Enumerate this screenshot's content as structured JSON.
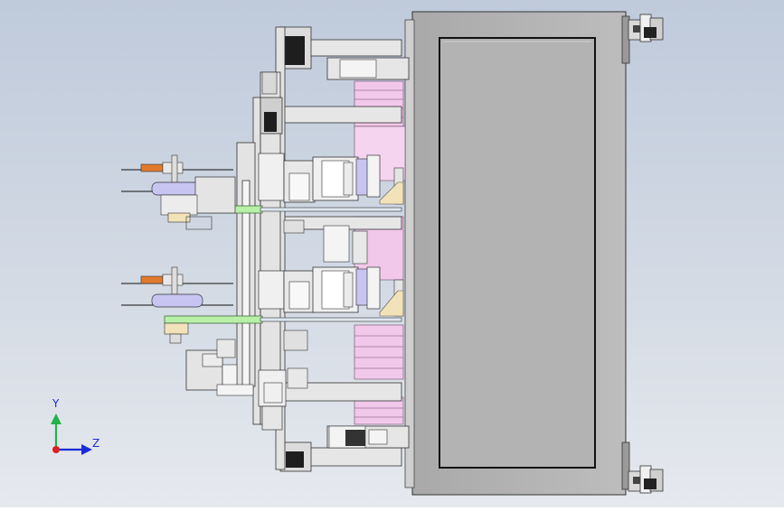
{
  "viewport": {
    "background_top": "#bfcadb",
    "background_bottom": "#e6e9ee"
  },
  "triad": {
    "y_label": "Y",
    "z_label": "Z",
    "y_color": "#22b14c",
    "z_color": "#1c2bd8",
    "origin_color": "#e02020"
  },
  "colors": {
    "cabinet": "#b8b8b8",
    "cabinet_border": "#333333",
    "frame": "#e6e6e6",
    "pink_panel": "#f2c8ea",
    "green_bar": "#b8f0a8",
    "tan_plate": "#f1e2b9",
    "orange_part": "#e07a2e",
    "lavender_roller": "#c8c4f2",
    "dark_part": "#222222"
  },
  "model": {
    "description_icon": "cad-assembly-side-view"
  }
}
